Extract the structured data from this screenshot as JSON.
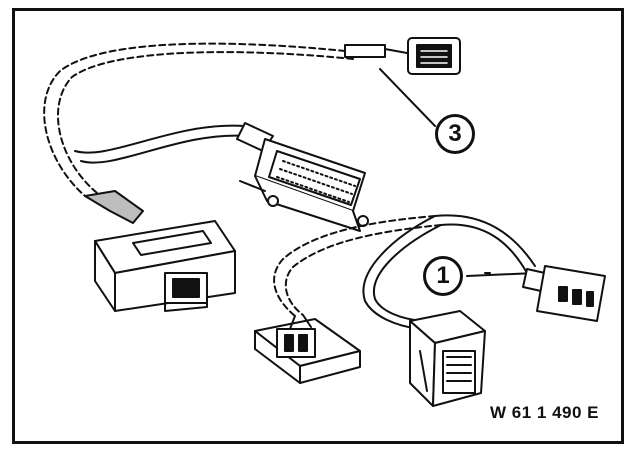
{
  "figure_code": "W 61 1 490 E",
  "callouts": {
    "one": "1",
    "three": "3"
  },
  "colors": {
    "ink": "#111111",
    "paper": "#ffffff",
    "shade": "#bdbdbd"
  }
}
